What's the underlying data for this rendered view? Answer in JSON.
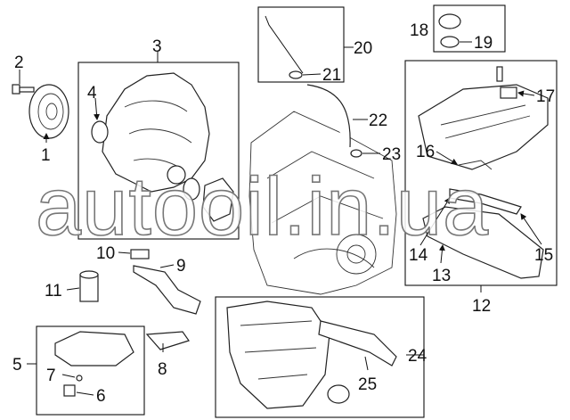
{
  "diagram": {
    "callouts": [
      "1",
      "2",
      "3",
      "4",
      "5",
      "6",
      "7",
      "8",
      "9",
      "10",
      "11",
      "12",
      "13",
      "14",
      "15",
      "16",
      "17",
      "18",
      "19",
      "20",
      "21",
      "22",
      "23",
      "24",
      "25"
    ],
    "watermark": "autooil.in.ua"
  }
}
